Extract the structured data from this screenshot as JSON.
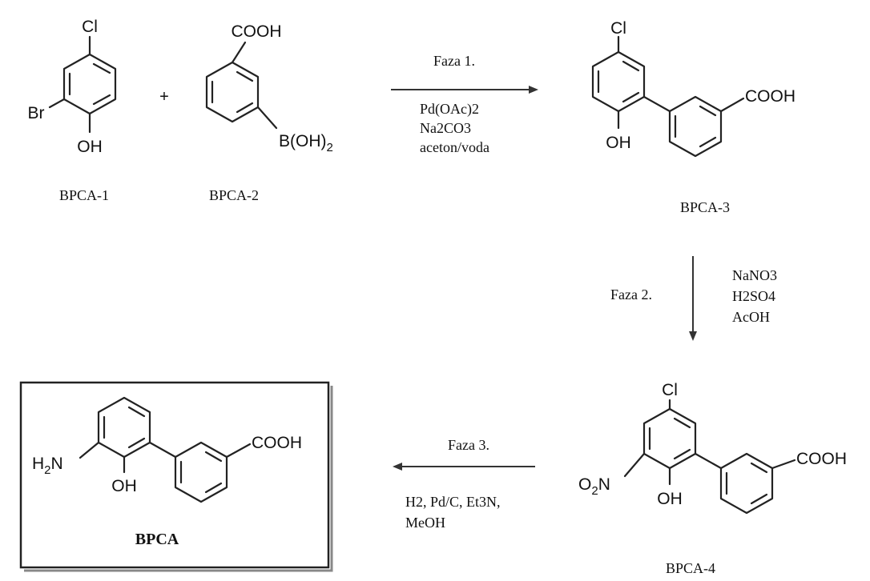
{
  "compounds": {
    "bpca1": {
      "name": "BPCA-1",
      "groups": {
        "cl": "Cl",
        "br": "Br",
        "oh": "OH"
      }
    },
    "plus": "+",
    "bpca2": {
      "name": "BPCA-2",
      "groups": {
        "cooh": "COOH",
        "boh": "B(OH)",
        "boh_sub": "2"
      }
    },
    "bpca3": {
      "name": "BPCA-3",
      "groups": {
        "cl": "Cl",
        "oh": "OH",
        "cooh": "COOH"
      }
    },
    "bpca4": {
      "name": "BPCA-4",
      "groups": {
        "cl": "Cl",
        "no2_o": "O",
        "no2_sub": "2",
        "no2_n": "N",
        "oh": "OH",
        "cooh": "COOH"
      }
    },
    "bpca": {
      "name": "BPCA",
      "groups": {
        "h2n_h": "H",
        "h2n_sub": "2",
        "h2n_n": "N",
        "oh": "OH",
        "cooh": "COOH"
      }
    }
  },
  "steps": {
    "phase1": {
      "label": "Faza 1.",
      "reagents": [
        "Pd(OAc)2",
        "Na2CO3",
        "aceton/voda"
      ]
    },
    "phase2": {
      "label": "Faza 2.",
      "reagents": [
        "NaNO3",
        "H2SO4",
        "AcOH"
      ]
    },
    "phase3": {
      "label": "Faza 3.",
      "reagents": [
        "H2, Pd/C, Et3N,",
        "MeOH"
      ]
    }
  }
}
